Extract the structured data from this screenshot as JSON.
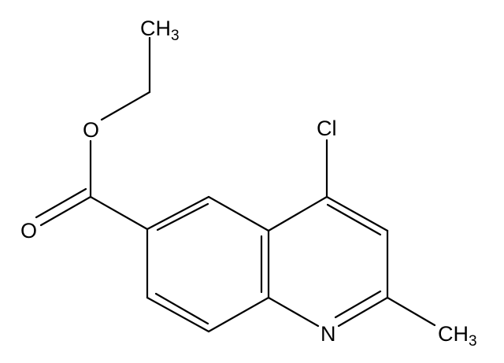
{
  "molecule": {
    "atom_labels": {
      "ch3_top": "CH",
      "ch3_top_sub": "3",
      "o_ether": "O",
      "o_carbonyl": "O",
      "cl": "Cl",
      "n": "N",
      "ch3_methyl": "CH",
      "ch3_methyl_sub": "3"
    },
    "bond_color": "#000000",
    "label_color": "#000000"
  }
}
